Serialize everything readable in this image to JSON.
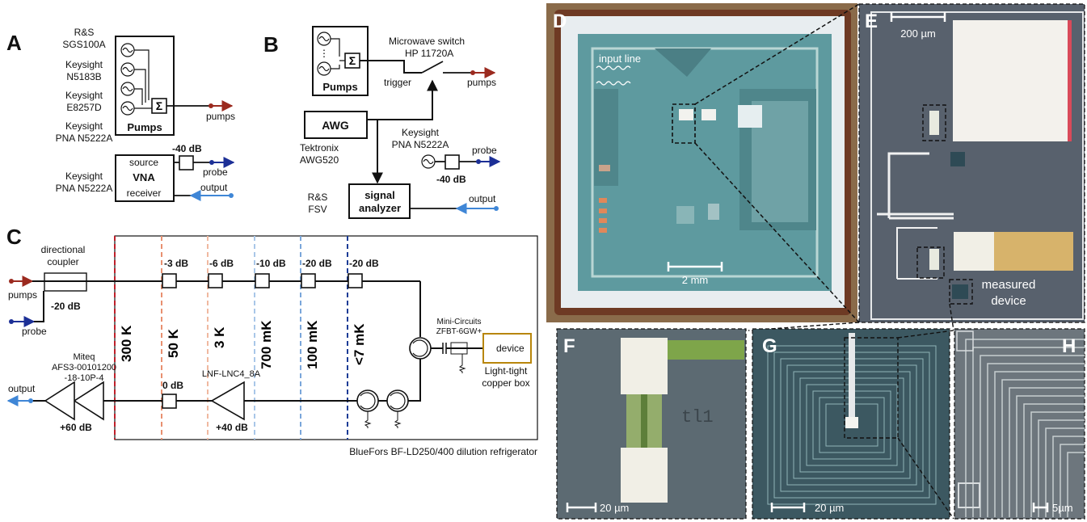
{
  "panels": {
    "A": {
      "letter": "A",
      "sources": [
        {
          "line1": "R&S",
          "line2": "SGS100A"
        },
        {
          "line1": "Keysight",
          "line2": "N5183B"
        },
        {
          "line1": "Keysight",
          "line2": "E8257D"
        },
        {
          "line1": "Keysight",
          "line2": "PNA N5222A"
        }
      ],
      "pumps_box": "Pumps",
      "sum_symbol": "Σ",
      "pumps_out": "pumps",
      "vna_source": {
        "line1": "Keysight",
        "line2": "PNA N5222A"
      },
      "vna_label": "VNA",
      "vna_port_source": "source",
      "vna_port_receiver": "receiver",
      "attenuation": "-40 dB",
      "probe": "probe",
      "output": "output"
    },
    "B": {
      "letter": "B",
      "pumps_box": "Pumps",
      "sum_symbol": "Σ",
      "switch_line1": "Microwave switch",
      "switch_line2": "HP 11720A",
      "trigger": "trigger",
      "pumps_out": "pumps",
      "awg_box": "AWG",
      "awg_model_line1": "Tektronix",
      "awg_model_line2": "AWG520",
      "probe_source_line1": "Keysight",
      "probe_source_line2": "PNA N5222A",
      "probe": "probe",
      "attenuation": "-40 dB",
      "sa_model_line1": "R&S",
      "sa_model_line2": "FSV",
      "sa_box_line1": "signal",
      "sa_box_line2": "analyzer",
      "output": "output"
    },
    "C": {
      "letter": "C",
      "coupler_line1": "directional",
      "coupler_line2": "coupler",
      "pumps": "pumps",
      "probe": "probe",
      "coupler_atten": "-20 dB",
      "stages": [
        {
          "temp": "300 K",
          "color": "#c0202a"
        },
        {
          "temp": "50 K",
          "color": "#e89070"
        },
        {
          "temp": "3 K",
          "color": "#f0b8a0"
        },
        {
          "temp": "700 mK",
          "color": "#a9c7e8"
        },
        {
          "temp": "100 mK",
          "color": "#7aa6da"
        },
        {
          "temp": "<7 mK",
          "color": "#1c3c96"
        }
      ],
      "attenuators": [
        "-3 dB",
        "-6 dB",
        "-10 dB",
        "-20 dB",
        "-20 dB"
      ],
      "filter_line1": "Mini-Circuits",
      "filter_line2": "ZFBT-6GW+",
      "device": "device",
      "box_line1": "Light-tight",
      "box_line2": "copper box",
      "hemt": "LNF-LNC4_8A",
      "hemt_gain": "+40 dB",
      "zero_db": "0 dB",
      "amp_line1": "Miteq",
      "amp_line2": "AFS3-00101200",
      "amp_line3": "-18-10P-4",
      "amp_gain": "+60 dB",
      "output": "output",
      "fridge": "BlueFors BF-LD250/400 dilution refrigerator"
    },
    "D": {
      "letter": "D",
      "input_line": "input line",
      "scale": "2 mm"
    },
    "E": {
      "letter": "E",
      "scale": "200 µm",
      "measured_line1": "measured",
      "measured_line2": "device"
    },
    "F": {
      "letter": "F",
      "scale": "20 µm",
      "chip_text": "tl1"
    },
    "G": {
      "letter": "G",
      "scale": "20 µm"
    },
    "H": {
      "letter": "H",
      "scale": "5µm"
    }
  },
  "colors": {
    "pumps_line": "#9b2a1f",
    "probe_line": "#1c2f96",
    "output_line": "#3f86d6",
    "device_box": "#b8860b",
    "chip_background": "#5e9a9f",
    "substrate": "#7f8f99"
  }
}
